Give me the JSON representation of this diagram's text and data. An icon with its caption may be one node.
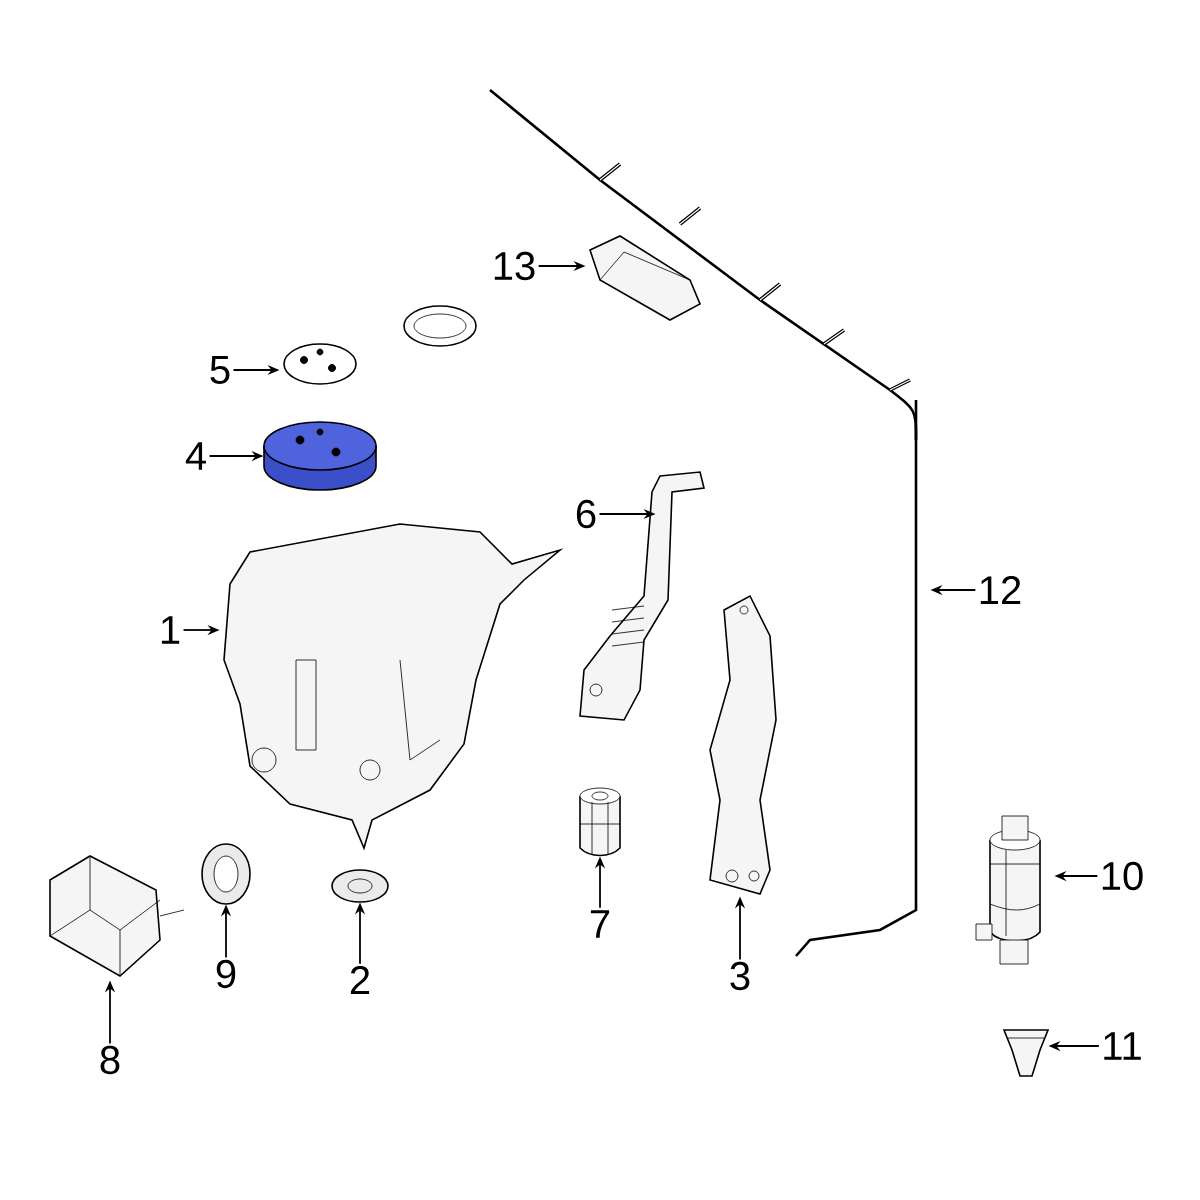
{
  "diagram": {
    "nodes": [
      {
        "text": [
          "1"
        ]
      },
      {
        "text": [
          "2"
        ]
      },
      {
        "text": [
          "3"
        ]
      },
      {
        "text": [
          "4"
        ]
      },
      {
        "text": [
          "5"
        ]
      },
      {
        "text": [
          "6"
        ]
      },
      {
        "text": [
          "7"
        ]
      },
      {
        "text": [
          "8"
        ]
      },
      {
        "text": [
          "9"
        ]
      },
      {
        "text": [
          "10"
        ]
      },
      {
        "text": [
          "11"
        ]
      },
      {
        "text": [
          "12"
        ]
      },
      {
        "text": [
          "13"
        ]
      },
      {
        "text": [],
        "shape": "picture"
      },
      {
        "text": [],
        "shape": "picture"
      },
      {
        "text": [],
        "shape": "picture"
      },
      {
        "text": [],
        "shape": "picture"
      },
      {
        "text": [],
        "shape": "picture"
      },
      {
        "text": [],
        "shape": "picture"
      },
      {
        "text": [],
        "shape": "picture"
      },
      {
        "text": [],
        "shape": "picture"
      },
      {
        "text": [],
        "shape": "picture"
      },
      {
        "text": [],
        "shape": "picture"
      },
      {
        "text": [],
        "shape": "picture"
      },
      {
        "text": [],
        "shape": "picture"
      },
      {
        "text": [],
        "shape": "picture"
      }
    ],
    "edges": [
      {
        "from": 0,
        "to": 13,
        "arrow": "to"
      },
      {
        "from": 1,
        "to": 14,
        "arrow": "to"
      },
      {
        "from": 2,
        "to": 15,
        "arrow": "to"
      },
      {
        "from": 3,
        "to": 16,
        "arrow": "to"
      },
      {
        "from": 4,
        "to": 17,
        "arrow": "to"
      },
      {
        "from": 5,
        "to": 18,
        "arrow": "to"
      },
      {
        "from": 6,
        "to": 19,
        "arrow": "to"
      },
      {
        "from": 7,
        "to": 20,
        "arrow": "to"
      },
      {
        "from": 8,
        "to": 21,
        "arrow": "to"
      },
      {
        "from": 9,
        "to": 22,
        "arrow": "to"
      },
      {
        "from": 10,
        "to": 23,
        "arrow": "to"
      },
      {
        "from": 11,
        "to": 24,
        "arrow": "to"
      },
      {
        "from": 12,
        "to": 25,
        "arrow": "to"
      }
    ]
  }
}
